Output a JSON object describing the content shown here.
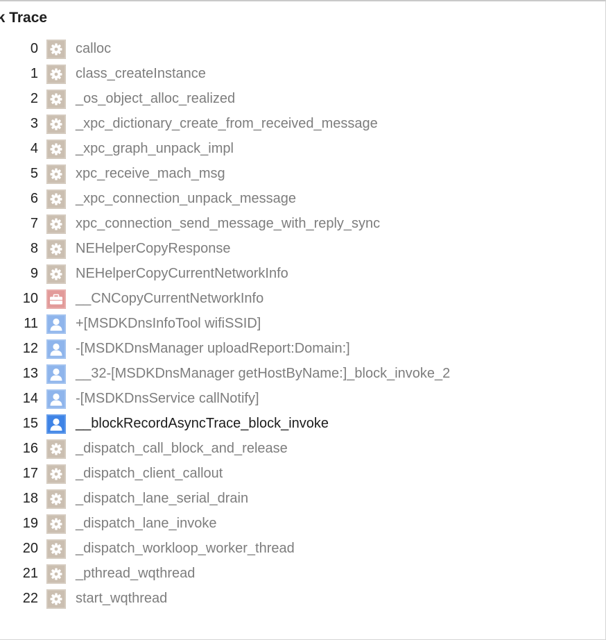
{
  "panel": {
    "title": "ck Trace"
  },
  "frames": [
    {
      "index": "0",
      "symbol": "calloc",
      "icon": "gear-icon"
    },
    {
      "index": "1",
      "symbol": "class_createInstance",
      "icon": "gear-icon"
    },
    {
      "index": "2",
      "symbol": "_os_object_alloc_realized",
      "icon": "gear-icon"
    },
    {
      "index": "3",
      "symbol": "_xpc_dictionary_create_from_received_message",
      "icon": "gear-icon"
    },
    {
      "index": "4",
      "symbol": "_xpc_graph_unpack_impl",
      "icon": "gear-icon"
    },
    {
      "index": "5",
      "symbol": "xpc_receive_mach_msg",
      "icon": "gear-icon"
    },
    {
      "index": "6",
      "symbol": "_xpc_connection_unpack_message",
      "icon": "gear-icon"
    },
    {
      "index": "7",
      "symbol": "xpc_connection_send_message_with_reply_sync",
      "icon": "gear-icon"
    },
    {
      "index": "8",
      "symbol": "NEHelperCopyResponse",
      "icon": "gear-icon"
    },
    {
      "index": "9",
      "symbol": "NEHelperCopyCurrentNetworkInfo",
      "icon": "gear-icon"
    },
    {
      "index": "10",
      "symbol": "__CNCopyCurrentNetworkInfo",
      "icon": "briefcase-icon"
    },
    {
      "index": "11",
      "symbol": "+[MSDKDnsInfoTool wifiSSID]",
      "icon": "user-icon"
    },
    {
      "index": "12",
      "symbol": "-[MSDKDnsManager uploadReport:Domain:]",
      "icon": "user-icon"
    },
    {
      "index": "13",
      "symbol": "__32-[MSDKDnsManager getHostByName:]_block_invoke_2",
      "icon": "user-icon"
    },
    {
      "index": "14",
      "symbol": "-[MSDKDnsService callNotify]",
      "icon": "user-icon"
    },
    {
      "index": "15",
      "symbol": "__blockRecordAsyncTrace_block_invoke",
      "icon": "user-icon-selected"
    },
    {
      "index": "16",
      "symbol": "_dispatch_call_block_and_release",
      "icon": "gear-icon"
    },
    {
      "index": "17",
      "symbol": "_dispatch_client_callout",
      "icon": "gear-icon"
    },
    {
      "index": "18",
      "symbol": "_dispatch_lane_serial_drain",
      "icon": "gear-icon"
    },
    {
      "index": "19",
      "symbol": "_dispatch_lane_invoke",
      "icon": "gear-icon"
    },
    {
      "index": "20",
      "symbol": "_dispatch_workloop_worker_thread",
      "icon": "gear-icon"
    },
    {
      "index": "21",
      "symbol": "_pthread_wqthread",
      "icon": "gear-icon"
    },
    {
      "index": "22",
      "symbol": "start_wqthread",
      "icon": "gear-icon"
    }
  ],
  "colors": {
    "system_frame": "#cbbfb1",
    "framework_frame": "#e29a99",
    "user_frame": "#8fb5ec",
    "user_frame_selected": "#3f84e6"
  }
}
